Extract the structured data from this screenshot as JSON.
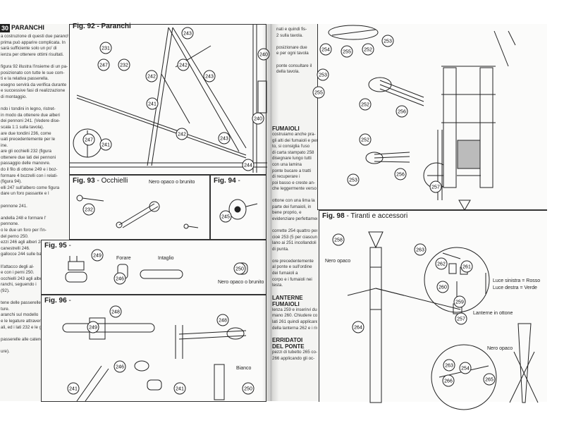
{
  "header": {
    "page_number": "30",
    "section_title": "PARANCHI"
  },
  "left_text": [
    "a costruzione di questi due paranchi",
    "prima può apparire complicata. In",
    "sarà sufficiente solo un po' di",
    "ienza per ottenere ottimi risultati.",
    "",
    "figura 92 illustra l'insieme di un pa-",
    "posizionato con tutte le sue com-",
    "ti e la relativa passerella.",
    "esegno servirà da verifica durante",
    "e successive fasi di realizzazione",
    "di montaggio.",
    "",
    "ndo i tondini in legno, ristret-",
    "in modo da ottenere due alberi",
    "dei pennoni 241. (Vedere dise-",
    "scala 1:1 sulla tavola).",
    "are due tondini 236, come",
    "uati precedentemente per le",
    "ine.",
    "are gli occhielli 232 (figura",
    "ottenere due lati dei pennoni",
    "passaggio delle manovre.",
    "do il filo di ottone 249 e i boz-",
    "formare 4 bozzelli con i relati-",
    "(figura 94).",
    "elli 247 sull'albero come figura",
    "dare un foro passante e l",
    "",
    "pennone 241.",
    "",
    "andella 248 e formare l'",
    "pennone.",
    "o le due un foro per l'in-",
    "del perno 250.",
    "ezzi 246 agli alberi 240 e",
    "canestrelli 246.",
    "gallocce 244 sulle bas-",
    "",
    "ll'attacco degli al-",
    "e con i perni 250.",
    "occhielli 243 agli alberi e",
    "ranchi, seguendo i",
    "(92).",
    "",
    "tene delle passerelle",
    "ture.",
    "aranchi sul modello",
    "e le legature attraver-",
    "ali, ed i lati 232 e le gal-",
    "",
    "passerelle alle catene",
    "",
    "ure)."
  ],
  "left_figures": {
    "fig92": {
      "title": "Fig. 92 - Paranchi",
      "labels": [
        "243",
        "231",
        "242",
        "247",
        "232",
        "242",
        "243",
        "241",
        "240",
        "242",
        "247",
        "243",
        "244",
        "241",
        "240"
      ]
    },
    "fig93": {
      "title": "Fig. 93",
      "subtitle": " - Occhielli",
      "note": "Nero opaco o brunito",
      "labels": [
        "232"
      ]
    },
    "fig94": {
      "title": "Fig. 94",
      "subtitle": " -",
      "labels": [
        "245"
      ]
    },
    "fig95": {
      "title": "Fig. 95",
      "subtitle": " -",
      "notes": [
        "Forare",
        "Intaglio",
        "Nero opaco o brunito"
      ],
      "labels": [
        "249",
        "246",
        "250"
      ]
    },
    "fig96": {
      "title": "Fig. 96",
      "subtitle": " -",
      "note": "Bianco",
      "labels": [
        "248",
        "246",
        "249",
        "241",
        "241",
        "248",
        "250"
      ]
    }
  },
  "right_text_top": [
    "nati e quindi fis-",
    "2 sulla tavola.",
    "",
    "posizionare due",
    "e per ogni tavola",
    "",
    "ponte consultare il",
    "della tavola."
  ],
  "right_sections": [
    {
      "title": "FUMAIOLI",
      "lines": [
        "costruiamo anche pra-",
        "gli alti dei fumaioli e per",
        "to, si consiglia l'uso",
        "di carta stampato 258",
        "disegnare lungo tutti",
        "con una lamina",
        "ponte bucare a tratti",
        "di recuperare i",
        "poi basso e creste an-",
        "che leggermente verso"
      ]
    },
    {
      "title": "",
      "lines": [
        "ottone con una lima la",
        "parte dei fumaioli, in",
        "bene proprio, e",
        "evidenziare perfettamente le",
        "",
        "corrette 254 quattro per",
        "cioè 253 (5 per ciascuna",
        "lano ai 251 incollandoli tra",
        "di punta.",
        "",
        "ore precedentemente",
        "al ponte e sull'ordine",
        "dei fumaioli a",
        "corpo e i fumaioli nei",
        "testa."
      ]
    },
    {
      "title": "LANTERNE\nFUMAIOLI",
      "lines": [
        "lenza 259 e inserirvi due",
        "mano 260. Chiudere con gli",
        "lati 261 quindi applicare il fu-",
        "della lanterna 262 e i rivetti"
      ]
    },
    {
      "title": "ERRIDATOI\nDEL PONTE",
      "lines": [
        "pezzi di tubetto 265 co-",
        "266 applicando gli oc-"
      ]
    }
  ],
  "right_figures": {
    "fig97": {
      "labels": [
        "254",
        "255",
        "252",
        "253",
        "253",
        "255",
        "252",
        "256",
        "252",
        "253",
        "256",
        "257"
      ]
    },
    "fig98": {
      "title": "Fig. 98",
      "subtitle": " - Tiranti e accessori",
      "notes": [
        "Nero opaco",
        "Luce sinistra = Rosso",
        "Luce destra = Verde",
        "Lanterne in ottone",
        "Nero opaco"
      ],
      "labels": [
        "258",
        "263",
        "262",
        "261",
        "260",
        "259",
        "257",
        "264",
        "254",
        "263",
        "266",
        "265"
      ]
    }
  }
}
